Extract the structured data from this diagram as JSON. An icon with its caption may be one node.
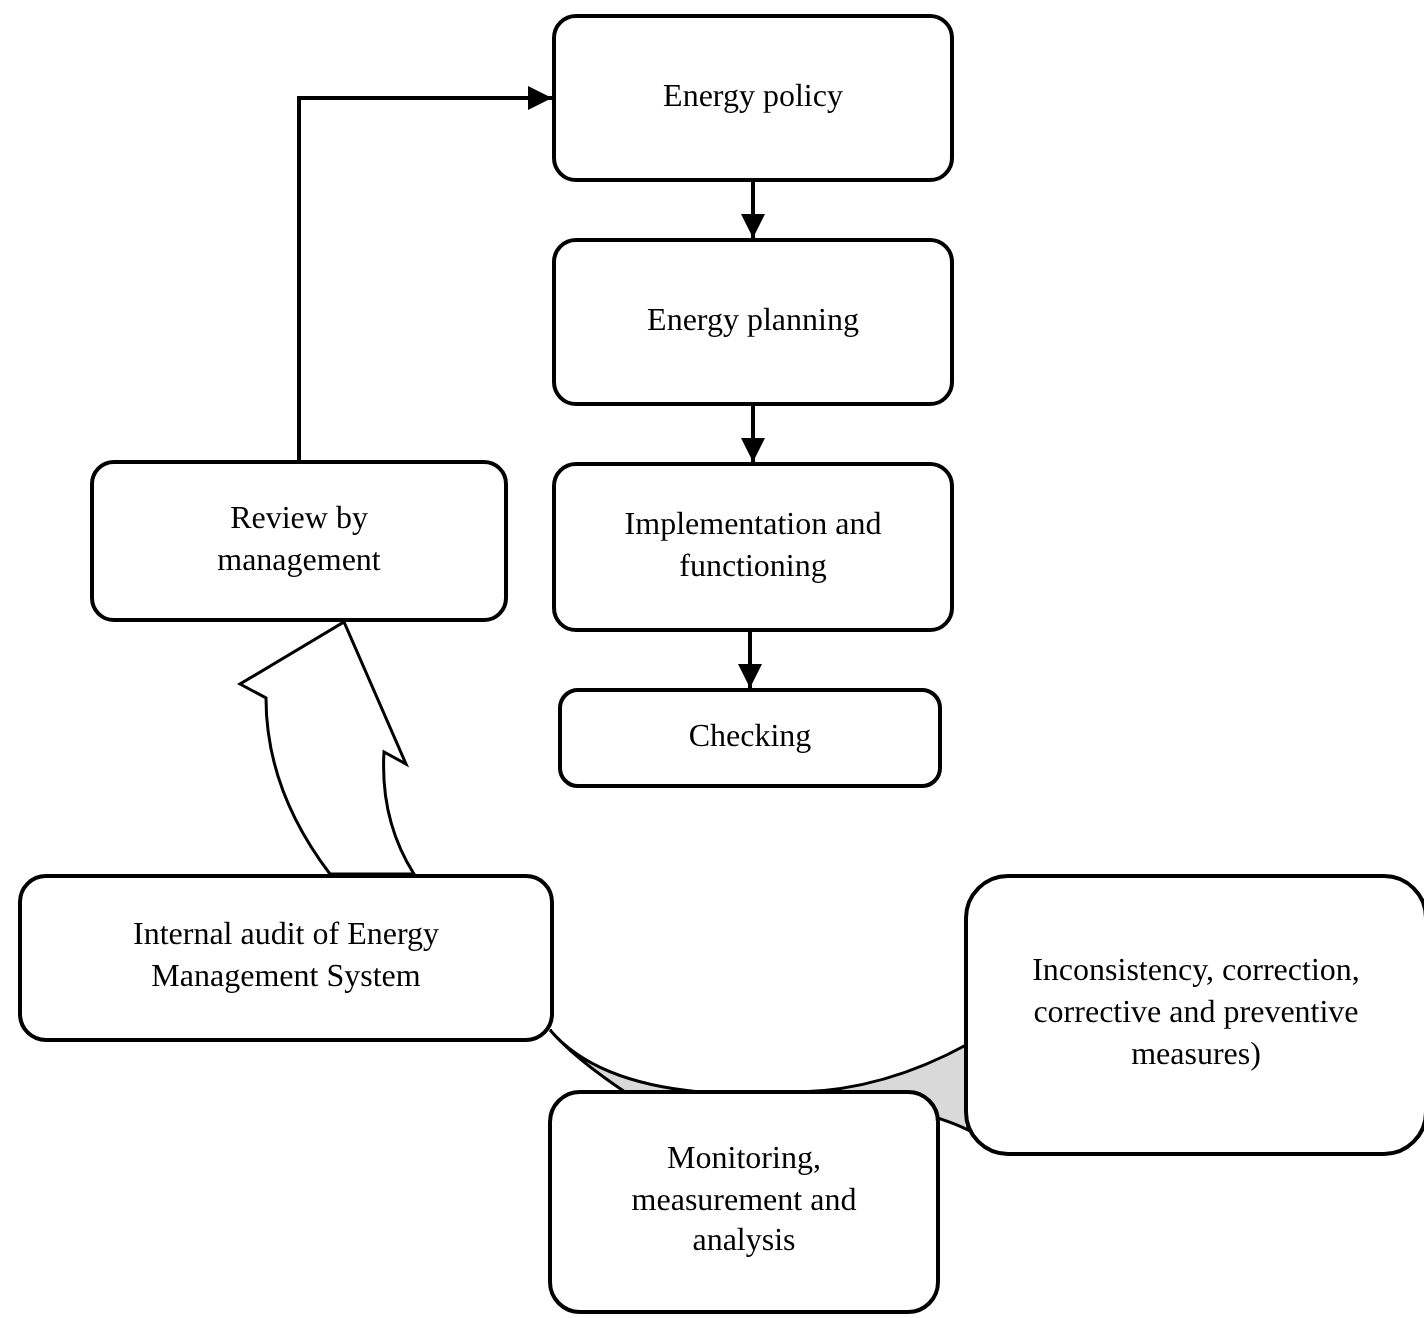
{
  "diagram": {
    "nodes": [
      {
        "text": [
          "Energy policy"
        ]
      },
      {
        "text": [
          "Energy planning"
        ]
      },
      {
        "text": [
          "Implementation and functioning"
        ]
      },
      {
        "text": [
          "Checking"
        ]
      },
      {
        "text": [
          "Review by management"
        ]
      },
      {
        "text": [
          "Internal audit of Energy Management System"
        ]
      },
      {
        "text": [
          "Inconsistency, correction, corrective and preventive measures)"
        ]
      },
      {
        "text": [
          "Monitoring, measurement and analysis"
        ]
      }
    ],
    "edges": [
      {
        "from": 0,
        "to": 1,
        "arrow": "to"
      },
      {
        "from": 1,
        "to": 2,
        "arrow": "to"
      },
      {
        "from": 2,
        "to": 3,
        "arrow": "to"
      },
      {
        "from": 4,
        "to": 0,
        "arrow": "to"
      },
      {
        "from": 5,
        "to": 4,
        "arrow": "to",
        "style": "thick"
      },
      {
        "from": 6,
        "to": 7,
        "arrow": "none",
        "style": "thick",
        "color": "#d9d9d9"
      },
      {
        "from": 7,
        "to": 5,
        "arrow": "none",
        "style": "thick",
        "color": "#d9d9d9"
      }
    ]
  }
}
